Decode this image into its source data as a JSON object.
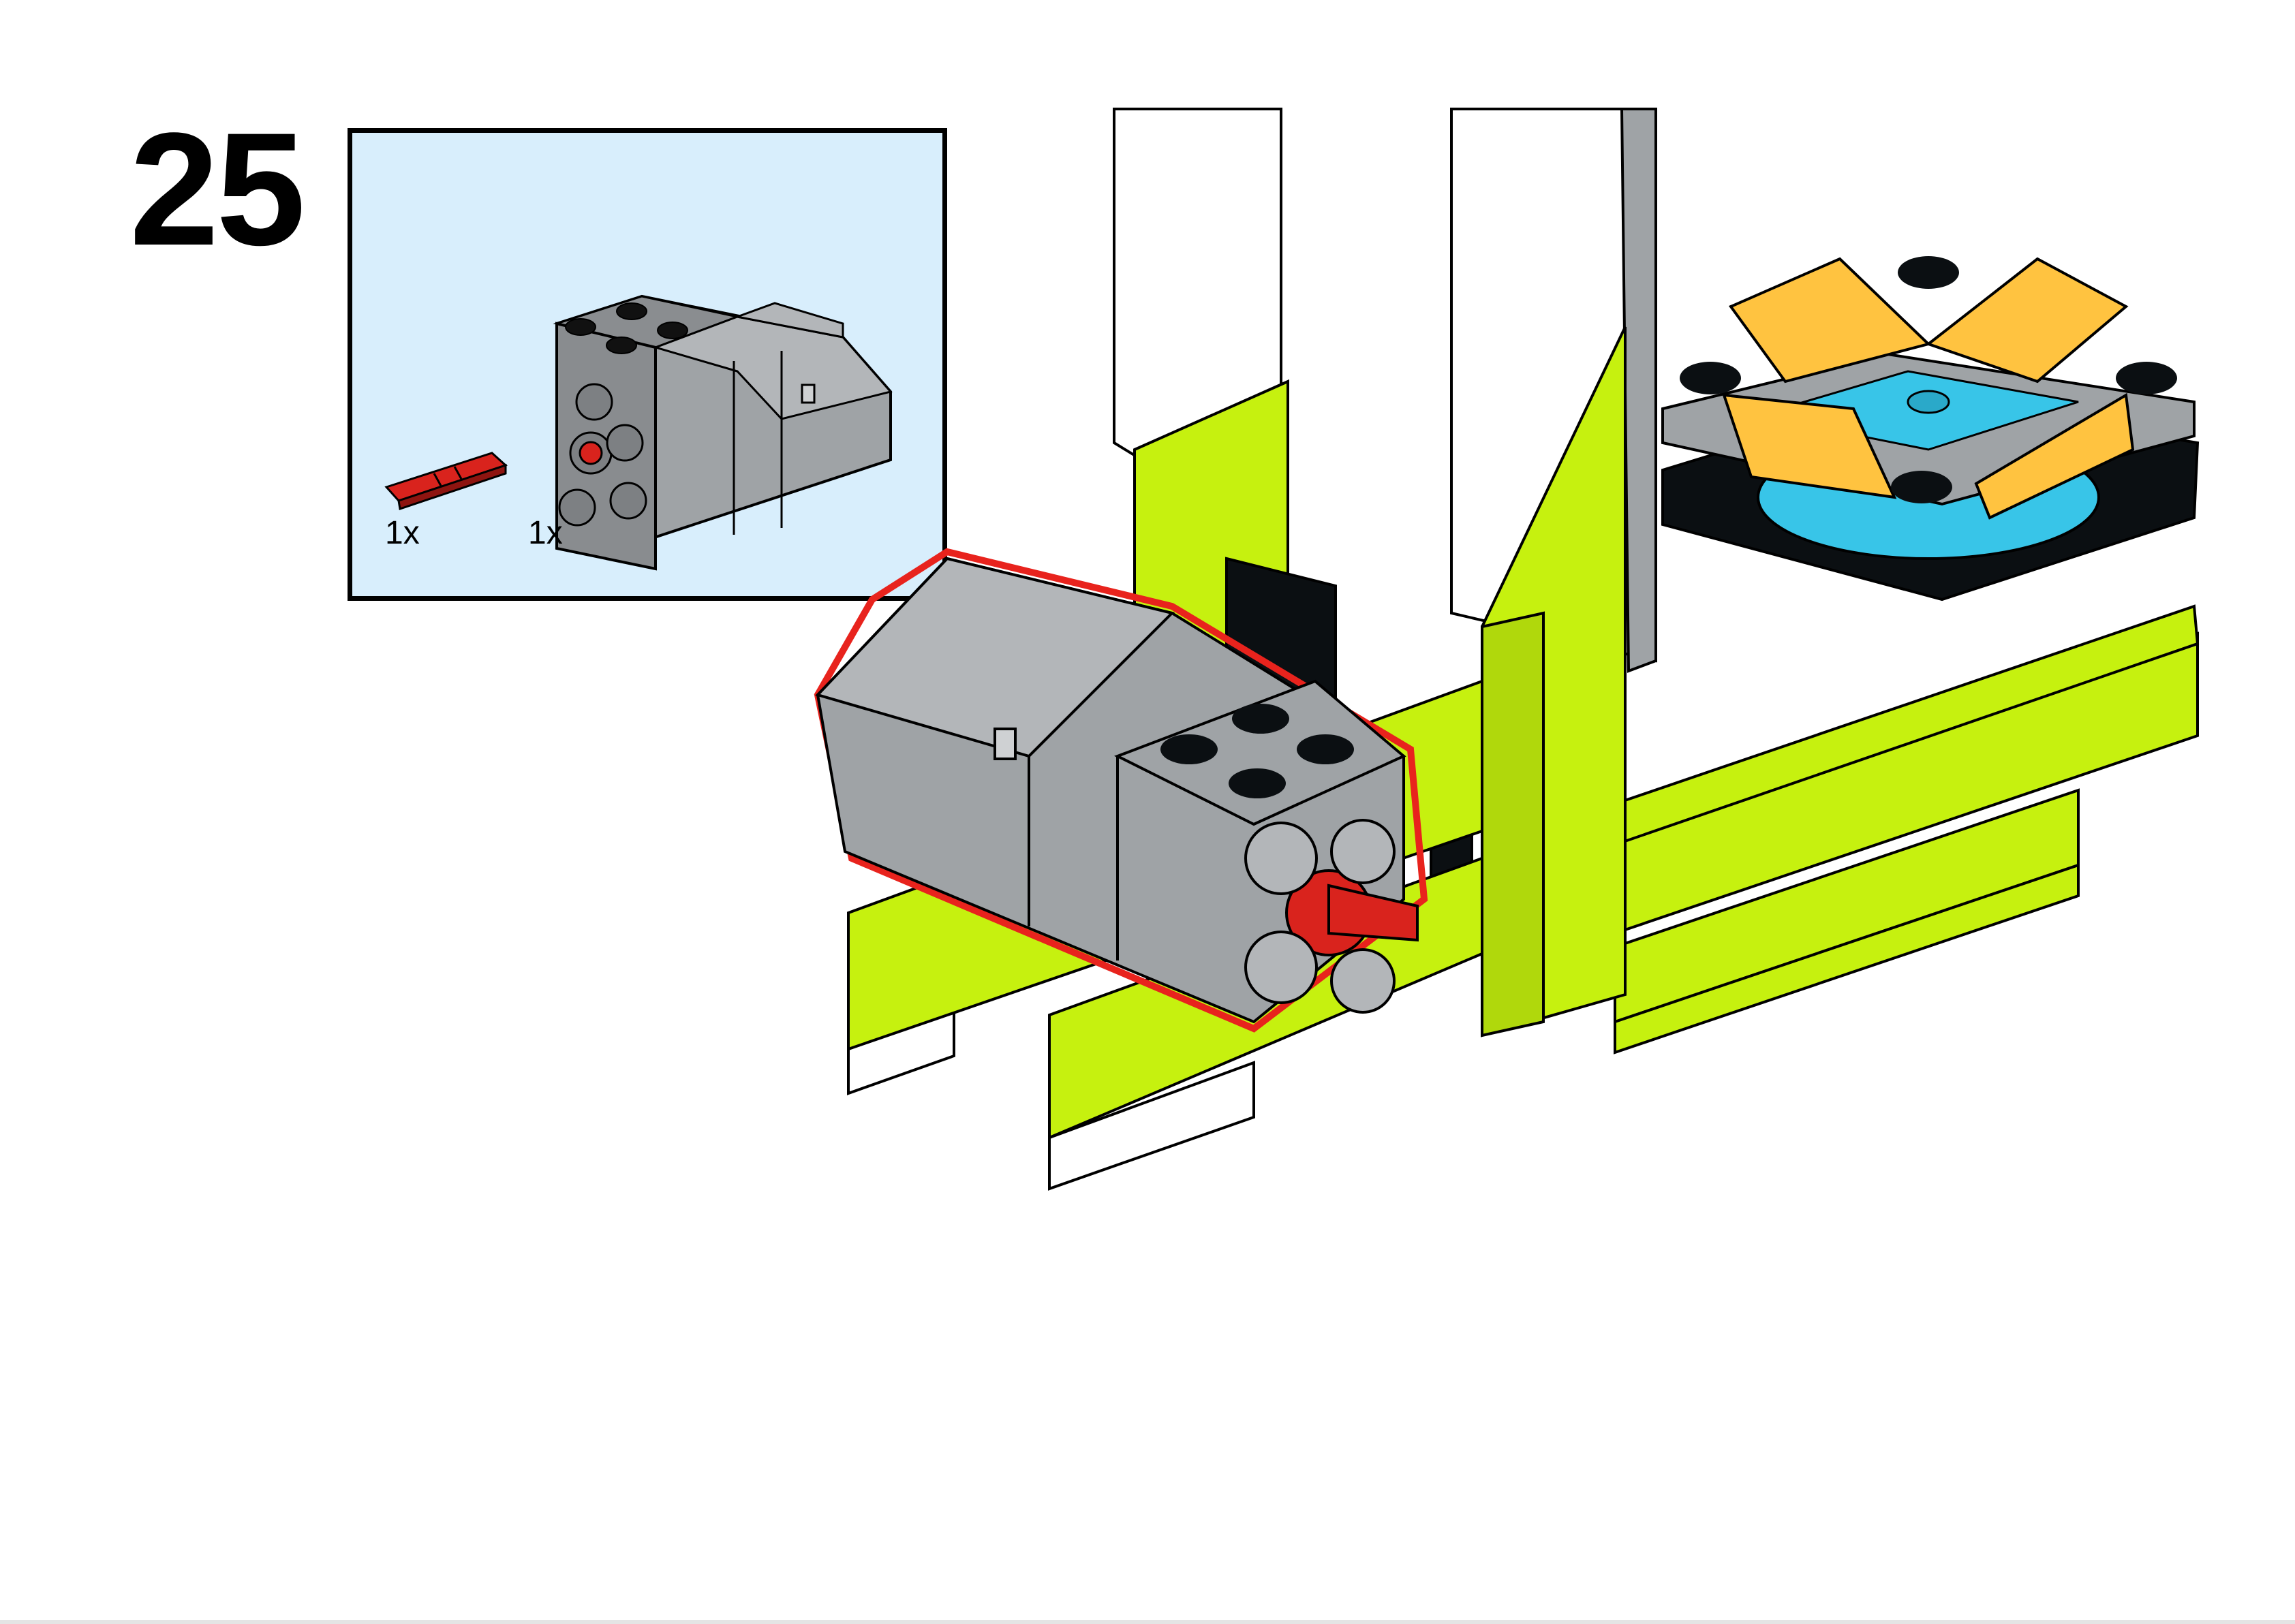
{
  "step": {
    "number": "25"
  },
  "parts_list": {
    "items": [
      {
        "name": "axle-connector",
        "color": "#d9231d",
        "quantity": "1x"
      },
      {
        "name": "medium-motor",
        "color": "#9fa3a6",
        "quantity": "1x"
      }
    ]
  },
  "palette": {
    "lime": "#c6f10f",
    "grey": "#9fa3a6",
    "dark": "#0b0f12",
    "red": "#d9231d",
    "orange": "#ffc340",
    "azure": "#38c5e8",
    "white": "#ffffff",
    "callout_bg": "#d8eefc"
  }
}
